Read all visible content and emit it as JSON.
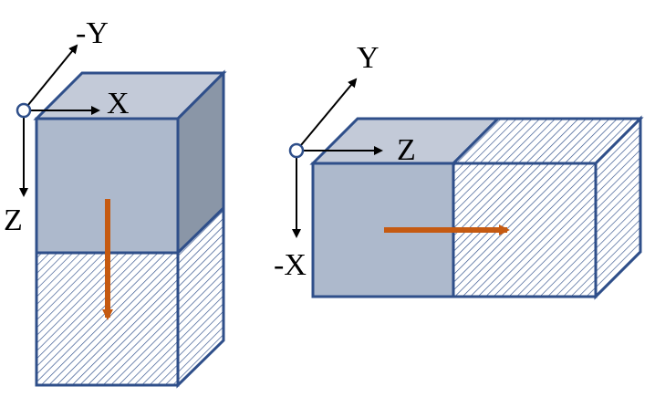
{
  "colors": {
    "outline": "#2f4f8a",
    "solid_front": "#adb9cc",
    "solid_top": "#c3cad8",
    "solid_side": "#8a96a7",
    "hatch": "#2f4f8a",
    "arrow": "#c55a11",
    "axis": "#000000"
  },
  "left_block": {
    "axes": {
      "x_label": "X",
      "diagonal_label": "-Y",
      "vertical_label": "Z"
    },
    "motion": "down"
  },
  "right_block": {
    "axes": {
      "x_label": "Z",
      "diagonal_label": "Y",
      "vertical_label": "-X"
    },
    "motion": "right"
  }
}
